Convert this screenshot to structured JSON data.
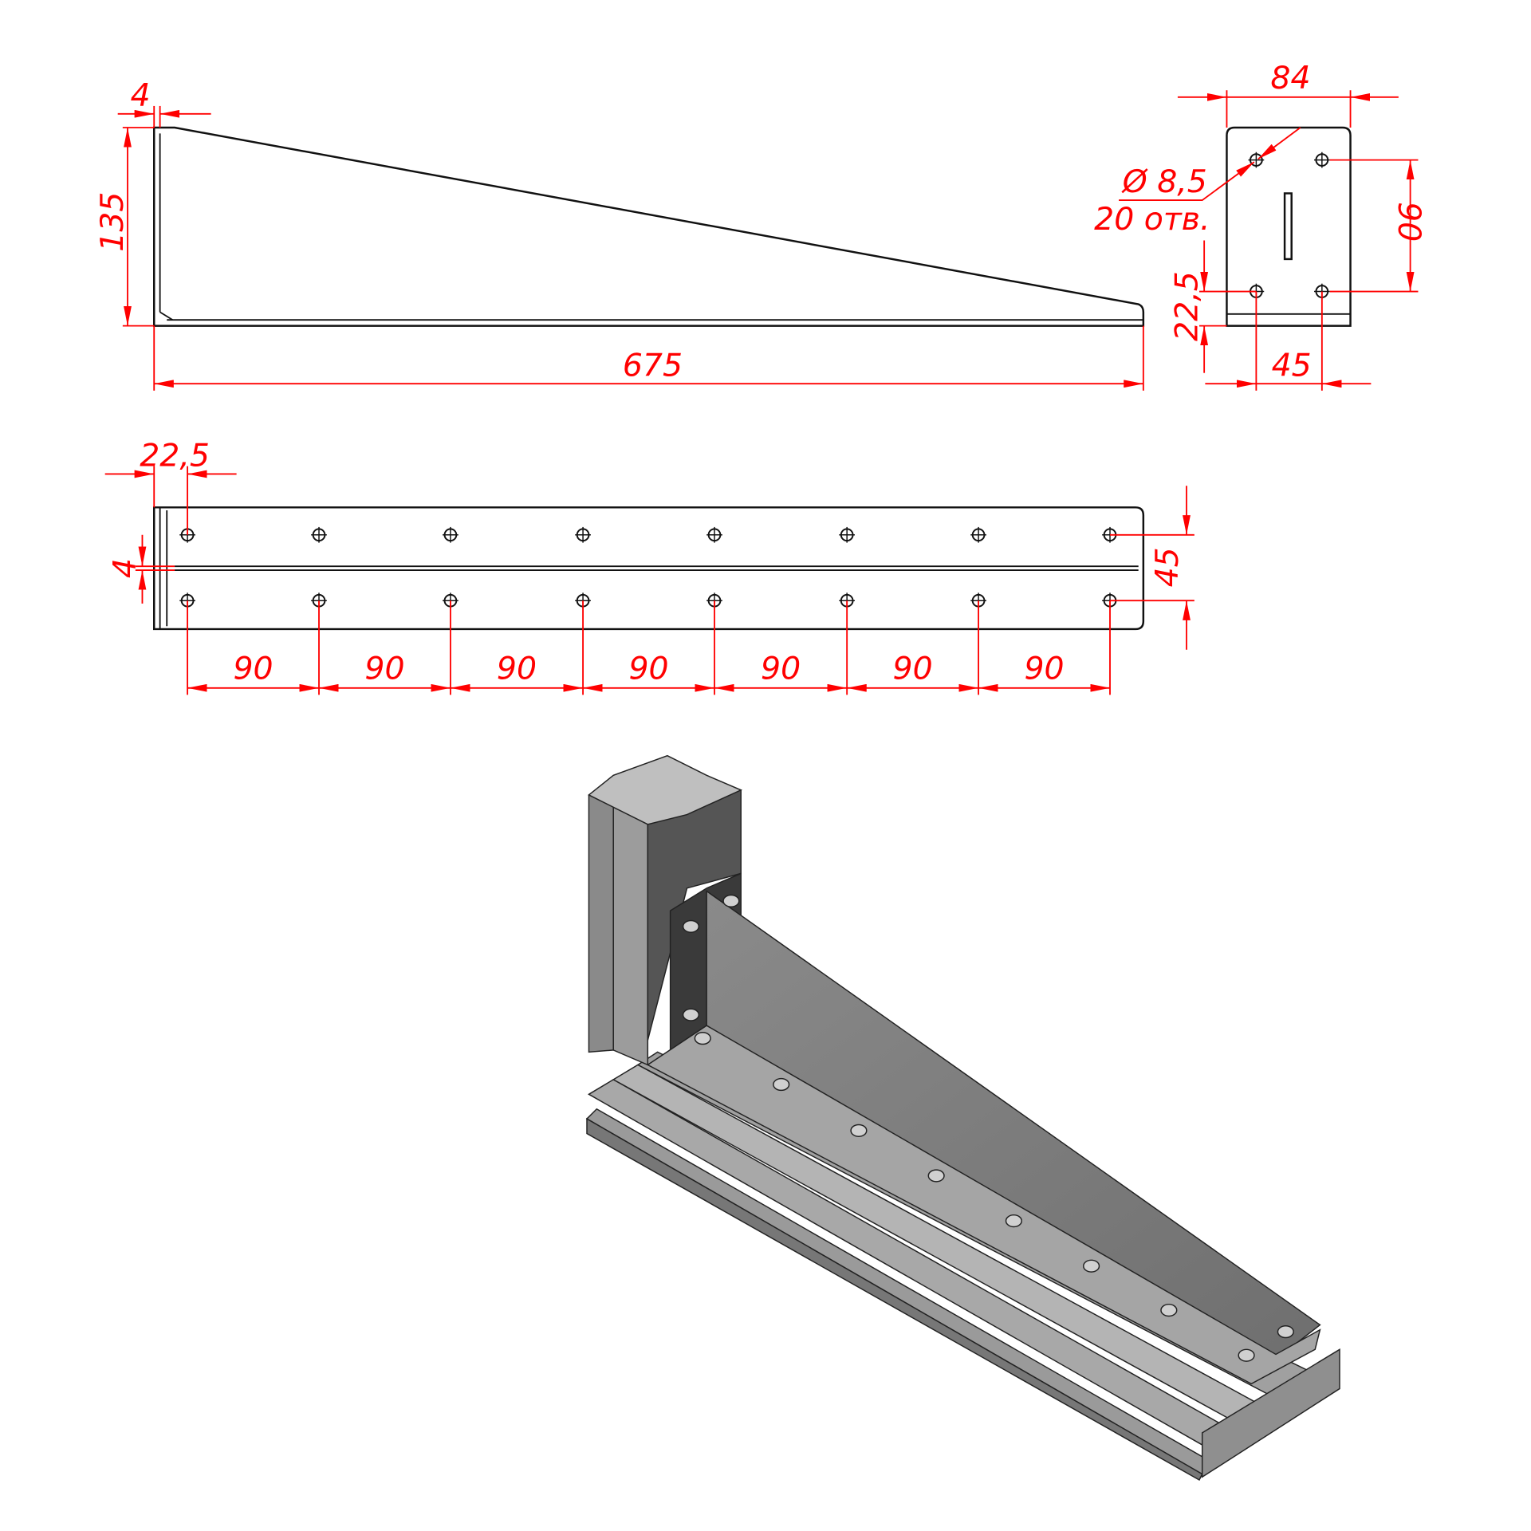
{
  "colors": {
    "dimension": "#ff0000",
    "outline": "#111111"
  },
  "side_view": {
    "dim_thickness": "4",
    "dim_height": "135",
    "dim_length": "675"
  },
  "end_view": {
    "dim_width": "84",
    "hole_diameter": "Ø 8,5",
    "hole_count": "20 отв.",
    "dim_hole_spacing_v": "90",
    "dim_edge_offset": "22,5",
    "dim_hole_spacing_h": "45"
  },
  "top_view": {
    "dim_edge_offset": "22,5",
    "dim_thickness": "4",
    "dim_width": "45",
    "pitch_dims": [
      "90",
      "90",
      "90",
      "90",
      "90",
      "90",
      "90"
    ]
  }
}
